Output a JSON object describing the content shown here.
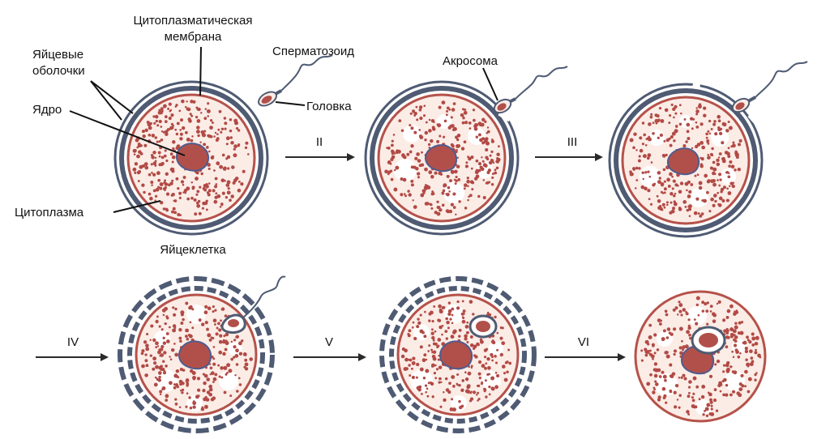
{
  "labels": {
    "membrane_line1": "Цитоплазматическая",
    "membrane_line2": "мембрана",
    "sperm": "Сперматозоид",
    "shells_line1": "Яйцевые",
    "shells_line2": "оболочки",
    "head": "Головка",
    "nucleus": "Ядро",
    "cytoplasm": "Цитоплазма",
    "egg": "Яйцеклетка",
    "acrosome": "Акросома"
  },
  "stages": [
    "II",
    "III",
    "IV",
    "V",
    "VI"
  ],
  "colors": {
    "membrane": "#b5524a",
    "cytoplasm": "#fbece6",
    "granule": "#b24a45",
    "nucleus": "#b1504a",
    "nucleus_outline": "#4f5b8e",
    "shell": "#4f5b73",
    "arrow": "#2a2a2a"
  },
  "icons": {
    "sperm": "sperm-icon",
    "egg": "egg-cell-icon",
    "arrow": "arrow-right-icon"
  }
}
